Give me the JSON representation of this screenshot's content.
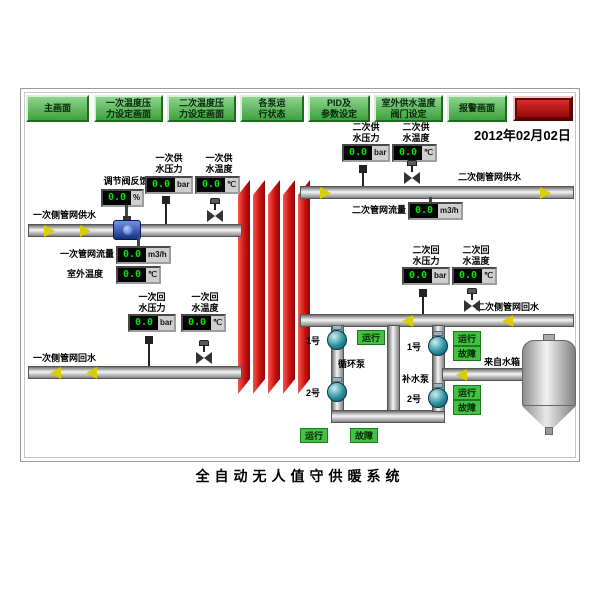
{
  "screen": {
    "date": "2012年02月02日",
    "caption": "全自动无人值守供暖系统"
  },
  "toolbar": {
    "buttons": [
      {
        "label": "主画面"
      },
      {
        "label": "一次温度压\n力设定画面"
      },
      {
        "label": "二次温度压\n力设定画面"
      },
      {
        "label": "各泵运\n行状态"
      },
      {
        "label": "PID及\n参数设定"
      },
      {
        "label": "室外供水温度\n阀门设定"
      },
      {
        "label": "报警画面"
      }
    ]
  },
  "instruments": [
    {
      "id": "valve-feedback",
      "label": "调节阀反馈",
      "value": "0.0",
      "unit": "%"
    },
    {
      "id": "primary-supply-pressure",
      "label": "一次供\n水压力",
      "value": "0.0",
      "unit": "bar"
    },
    {
      "id": "primary-supply-temp",
      "label": "一次供\n水温度",
      "value": "0.0",
      "unit": "℃"
    },
    {
      "id": "primary-flow",
      "label": "一次管网流量",
      "value": "0.0",
      "unit": "m3/h"
    },
    {
      "id": "outdoor-temp",
      "label": "室外温度",
      "value": "0.0",
      "unit": "℃"
    },
    {
      "id": "primary-return-pressure",
      "label": "一次回\n水压力",
      "value": "0.0",
      "unit": "bar"
    },
    {
      "id": "primary-return-temp",
      "label": "一次回\n水温度",
      "value": "0.0",
      "unit": "℃"
    },
    {
      "id": "secondary-supply-pressure",
      "label": "二次供\n水压力",
      "value": "0.0",
      "unit": "bar"
    },
    {
      "id": "secondary-supply-temp",
      "label": "二次供\n水温度",
      "value": "0.0",
      "unit": "℃"
    },
    {
      "id": "secondary-flow",
      "label": "二次管网流量",
      "value": "0.0",
      "unit": "m3/h"
    },
    {
      "id": "secondary-return-pressure",
      "label": "二次回\n水压力",
      "value": "0.0",
      "unit": "bar"
    },
    {
      "id": "secondary-return-temp",
      "label": "二次回\n水温度",
      "value": "0.0",
      "unit": "℃"
    }
  ],
  "pipe_labels": {
    "primary_supply": "一次侧管网供水",
    "primary_return": "一次侧管网回水",
    "secondary_supply": "二次侧管网供水",
    "secondary_return": "二次侧管网回水"
  },
  "pumps": {
    "circulation": {
      "group_label": "循环泵",
      "pump1_tag": "1号",
      "pump2_tag": "2号",
      "pump1_status": "运行",
      "bottom_run": "运行",
      "bottom_fault": "故障"
    },
    "makeup": {
      "group_label": "补水泵",
      "pump1_tag": "1号",
      "pump2_tag": "2号",
      "pump1_run": "运行",
      "pump1_fault": "故障",
      "pump2_run": "运行",
      "pump2_fault": "故障"
    },
    "from_tank_label": "来自水箱"
  },
  "colors": {
    "button_green": "#4aae4a",
    "status_green": "#42c142",
    "lcd_digit_green": "#00e400",
    "alarm_red": "#b60808",
    "exchanger_red": "#cc1212",
    "arrow_yellow": "#d8ce00",
    "valve_blue": "#15307d"
  }
}
